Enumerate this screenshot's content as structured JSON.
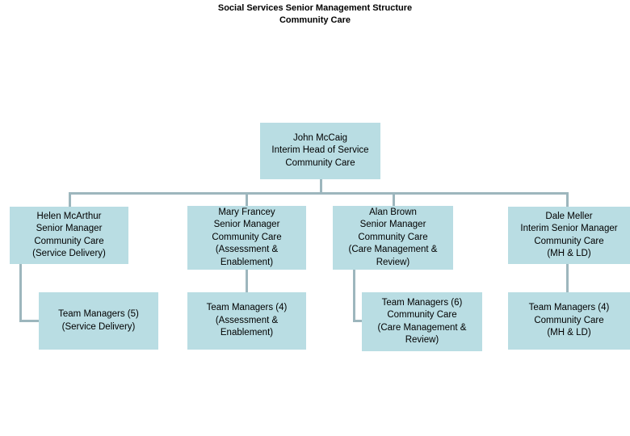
{
  "title": {
    "line1": "Social Services Senior Management Structure",
    "line2": "Community Care"
  },
  "colors": {
    "node_fill": "#b9dde3",
    "connector": "#9db6bd",
    "text": "#000000",
    "background": "#ffffff"
  },
  "chart_data": {
    "type": "org-chart",
    "orientation": "top-down",
    "levels": 3
  },
  "nodes": {
    "head": {
      "lines": [
        "John McCaig",
        "Interim Head of Service",
        "Community Care"
      ]
    },
    "managers": [
      {
        "lines": [
          "Helen McArthur",
          "Senior Manager",
          "Community Care",
          "(Service Delivery)"
        ]
      },
      {
        "lines": [
          "Mary Francey",
          "Senior Manager",
          "Community Care",
          "(Assessment &",
          "Enablement)"
        ]
      },
      {
        "lines": [
          "Alan Brown",
          "Senior Manager",
          "Community Care",
          "(Care Management &",
          "Review)"
        ]
      },
      {
        "lines": [
          "Dale Meller",
          "Interim Senior Manager",
          "Community Care",
          "(MH & LD)"
        ]
      }
    ],
    "teams": [
      {
        "lines": [
          "Team Managers (5)",
          "(Service Delivery)"
        ]
      },
      {
        "lines": [
          "Team Managers (4)",
          "(Assessment &",
          "Enablement)"
        ]
      },
      {
        "lines": [
          "Team Managers (6)",
          "Community Care",
          "(Care Management &",
          "Review)"
        ]
      },
      {
        "lines": [
          "Team Managers (4)",
          "Community Care",
          "(MH & LD)"
        ]
      }
    ]
  }
}
